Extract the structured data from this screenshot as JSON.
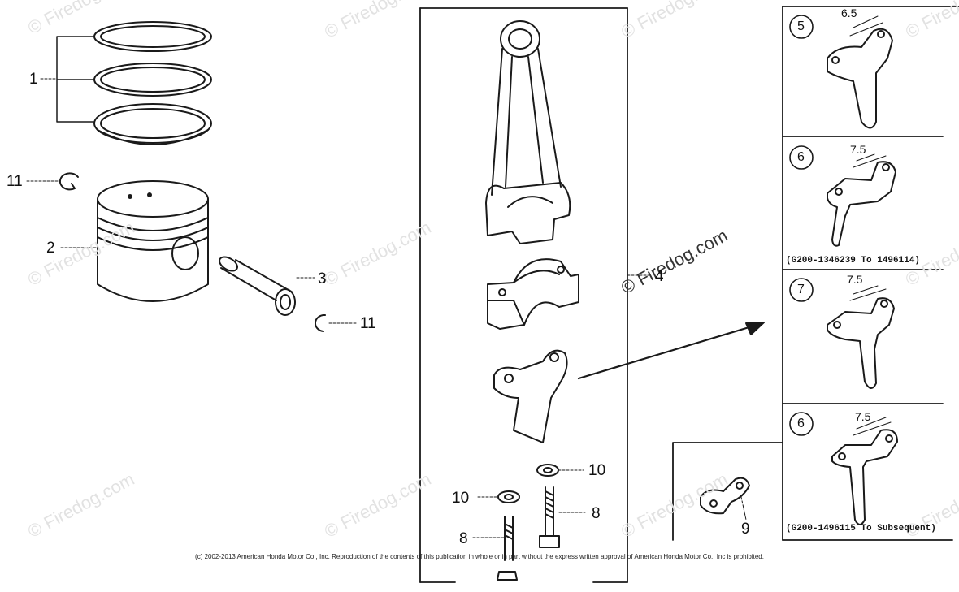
{
  "watermarks": {
    "light": "© Firedog.com",
    "dark": "© Firedog.com"
  },
  "callouts": {
    "c1": "1",
    "c2": "2",
    "c3": "3",
    "c4": "4",
    "c8a": "8",
    "c8b": "8",
    "c9": "9",
    "c10a": "10",
    "c10b": "10",
    "c11a": "11",
    "c11b": "11"
  },
  "panels": [
    {
      "circle_num": "5",
      "dimension": "6.5",
      "caption": ""
    },
    {
      "circle_num": "6",
      "dimension": "7.5",
      "caption": "(G200-1346239 To 1496114)"
    },
    {
      "circle_num": "7",
      "dimension": "7.5",
      "caption": ""
    },
    {
      "circle_num": "6",
      "dimension": "7.5",
      "caption": "(G200-1496115 To Subsequent)"
    }
  ],
  "copyright": "(c) 2002-2013 American Honda Motor Co., Inc. Reproduction of the contents of this publication in whole or in part without the express written approval of American Honda Motor Co., Inc is prohibited."
}
